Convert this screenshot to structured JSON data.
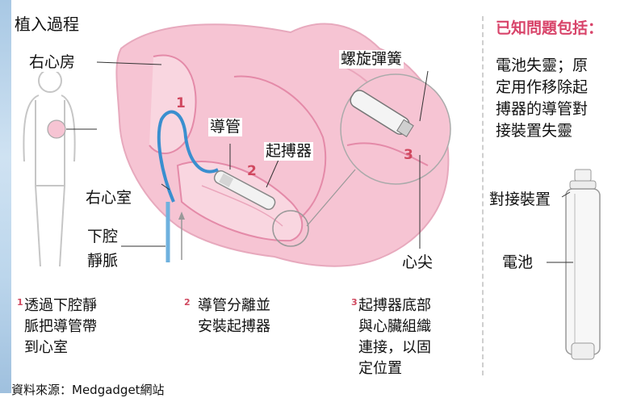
{
  "title": "植入過程",
  "labels": {
    "right_atrium": "右心房",
    "right_ventricle": "右心室",
    "catheter": "導管",
    "pacemaker": "起搏器",
    "spring": "螺旋彈簧",
    "ivc_line1": "下腔",
    "ivc_line2": "靜脈",
    "apex": "心尖"
  },
  "diagram_numbers": [
    "1",
    "2",
    "3"
  ],
  "steps": [
    {
      "num": "1",
      "text": "透過下腔靜\n脈把導管帶\n到心室"
    },
    {
      "num": "2",
      "text": "導管分離並\n安裝起搏器"
    },
    {
      "num": "3",
      "text": "起搏器底部\n與心臟組織\n連接，以固\n定位置"
    }
  ],
  "source": "資料來源：Medgadget網站",
  "sidebar": {
    "heading": "已知問題包括：",
    "body": "電池失靈；原\n定用作移除起\n搏器的導管對\n接裝置失靈",
    "dock_label": "對接裝置",
    "battery_label": "電池"
  },
  "colors": {
    "heart_pink": "#f6c4d3",
    "heart_dark": "#e48aa8",
    "accent_red": "#d0485f",
    "catheter_blue": "#3a8fcf",
    "heading_red": "#d8446a"
  }
}
